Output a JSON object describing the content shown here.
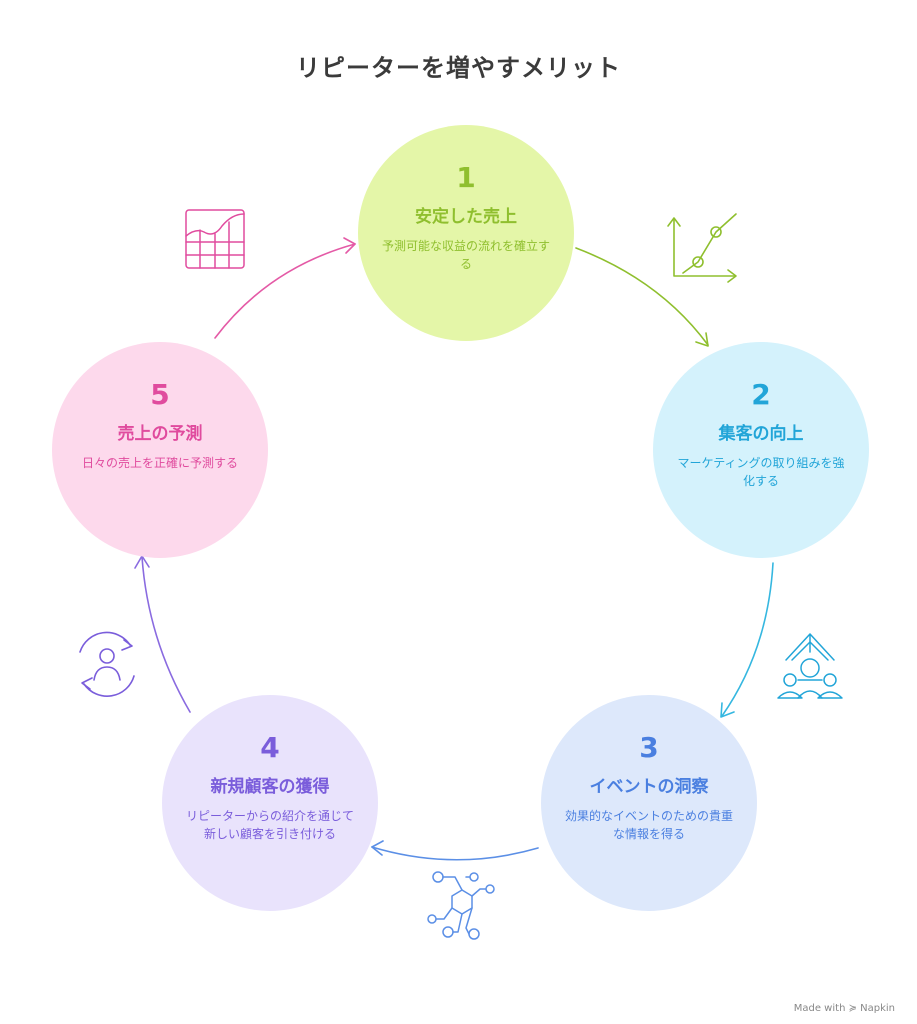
{
  "title": "リピーターを増やすメリット",
  "nodes": [
    {
      "number": "1",
      "heading": "安定した売上",
      "description": "予測可能な収益の流れを確立する",
      "color": "#8fbf2e",
      "fill": "#e4f6a8",
      "icon": "line-chart-icon"
    },
    {
      "number": "2",
      "heading": "集客の向上",
      "description": "マーケティングの取り組みを強化する",
      "color": "#22a5d8",
      "fill": "#d4f2fc",
      "icon": "people-growth-icon"
    },
    {
      "number": "3",
      "heading": "イベントの洞察",
      "description": "効果的なイベントのための貴重な情報を得る",
      "color": "#4a7fe0",
      "fill": "#dde8fb",
      "icon": "network-nodes-icon"
    },
    {
      "number": "4",
      "heading": "新規顧客の獲得",
      "description": "リピーターからの紹介を通じて新しい顧客を引き付ける",
      "color": "#7a5ddb",
      "fill": "#e9e3fc",
      "icon": "user-refresh-icon"
    },
    {
      "number": "5",
      "heading": "売上の予測",
      "description": "日々の売上を正確に予測する",
      "color": "#e04b9e",
      "fill": "#fdd9ec",
      "icon": "grid-chart-icon"
    }
  ],
  "footer": "Made with ≽ Napkin"
}
